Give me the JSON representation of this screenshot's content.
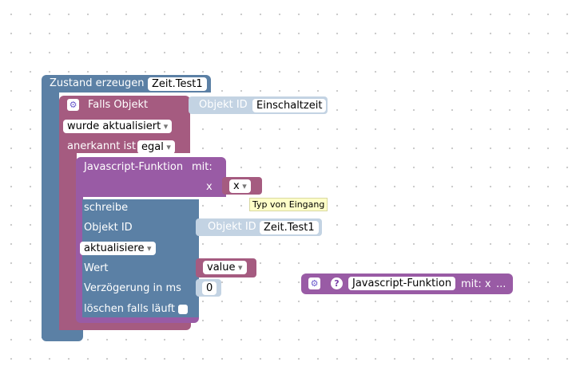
{
  "state_block": {
    "label": "Zustand erzeugen",
    "state_name": "Zeit.Test1"
  },
  "trigger_block": {
    "label": "Falls Objekt",
    "event": "wurde aktualisiert",
    "ack_label": "anerkannt ist",
    "ack_value": "egal"
  },
  "trigger_object": {
    "label": "Objekt ID",
    "value": "Einschaltzeit"
  },
  "function_block": {
    "title": "Javascript-Funktion",
    "with_label": "mit:",
    "param_label": "x",
    "param_value": "x"
  },
  "tooltip": {
    "text": "Typ von Eingang"
  },
  "write_block": {
    "label": "schreibe",
    "object_label": "Objekt ID",
    "mode": "aktualisiere",
    "value_label": "Wert",
    "delay_label": "Verzögerung in ms",
    "clear_label": "löschen falls läuft"
  },
  "write_object": {
    "label": "Objekt ID",
    "value": "Zeit.Test1"
  },
  "value_block": {
    "value": "value"
  },
  "delay_block": {
    "value": "0"
  },
  "standalone_function": {
    "name": "Javascript-Funktion",
    "suffix": "mit: x",
    "ellipsis": "..."
  },
  "colors": {
    "state": "#5b80a5",
    "trigger": "#a55b80",
    "function": "#995ba5",
    "object": "#c3d3e3",
    "write": "#5b80a5"
  }
}
